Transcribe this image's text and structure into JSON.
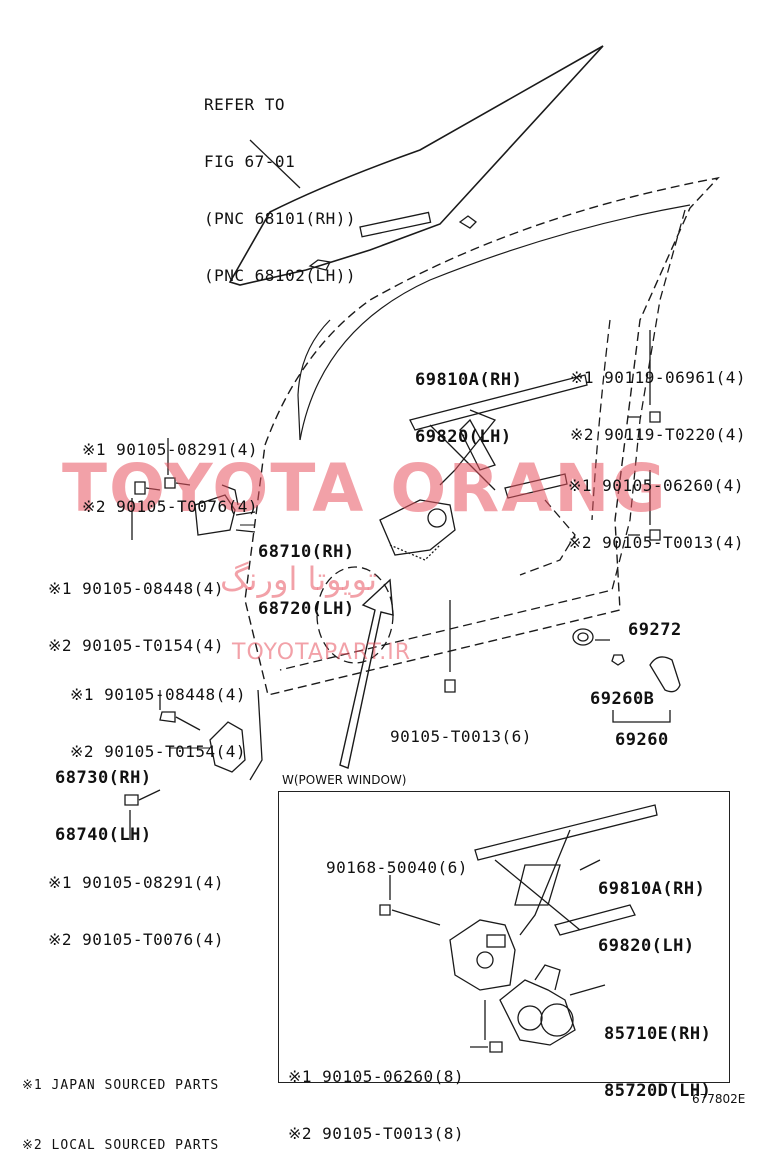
{
  "refer_note": [
    "REFER TO",
    "FIG 67-01",
    "(PNC 68101(RH))",
    "(PNC 68102(LH))"
  ],
  "regulator_main": [
    "69810A(RH)",
    "69820(LH)"
  ],
  "bolt_top_right": [
    "※1 90119-06961(4)",
    "※2 90119-T0220(4)"
  ],
  "bolt_left_upper": [
    "※1 90105-08291(4)",
    "※2 90105-T0076(4)"
  ],
  "bolt_right_mid": [
    "※1 90105-06260(4)",
    "※2 90105-T0013(4)"
  ],
  "hinge_upper": [
    "68710(RH)",
    "68720(LH)"
  ],
  "bolt_left_mid": [
    "※1 90105-08448(4)",
    "※2 90105-T0154(4)"
  ],
  "part_69272": "69272",
  "bolt_left_lower": [
    "※1 90105-08448(4)",
    "※2 90105-T0154(4)"
  ],
  "part_69260B": "69260B",
  "part_69260": "69260",
  "hinge_lower": [
    "68730(RH)",
    "68740(LH)"
  ],
  "bolt_bottom_center": "90105-T0013(6)",
  "power_window_label": "W(POWER WINDOW)",
  "bolt_left_bottom": [
    "※1 90105-08291(4)",
    "※2 90105-T0076(4)"
  ],
  "pw_bolt": "90168-50040(6)",
  "pw_regulator": [
    "69810A(RH)",
    "69820(LH)"
  ],
  "pw_motor": [
    "85710E(RH)",
    "85720D(LH)"
  ],
  "pw_bolt_bottom": [
    "※1 90105-06260(8)",
    "※2 90105-T0013(8)"
  ],
  "legend": [
    "※1 JAPAN SOURCED PARTS",
    "※2 LOCAL SOURCED PARTS"
  ],
  "figure_code": "677802E",
  "watermark": {
    "main": "TOYOTA ORANG",
    "persian": "تویوتا اورنگ",
    "site": "TOYOTAPART.IR"
  },
  "colors": {
    "line": "#1a1a1a",
    "watermark": "#e75460"
  }
}
